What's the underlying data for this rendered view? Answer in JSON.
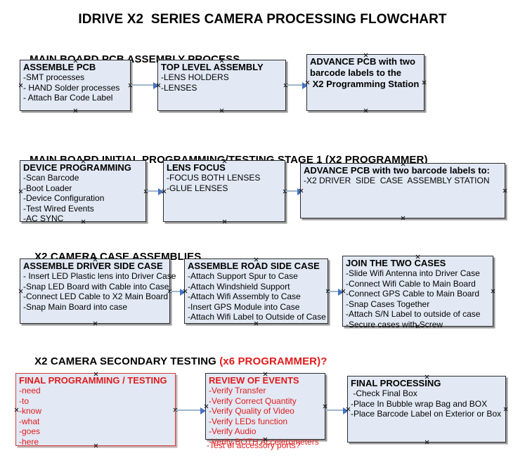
{
  "document": {
    "title": "IDRIVE X2  SERIES CAMERA PROCESSING FLOWCHART"
  },
  "colors": {
    "box_fill": "#e2e9f4",
    "box_border": "#2b2b2b",
    "red_accent": "#e01b1b",
    "connector": "#9fb6cd",
    "arrow": "#4472c4"
  },
  "sections": [
    {
      "id": "main-board-pcb-assembly",
      "heading": "MAIN BOARD PCB ASSEMBLY PROCESS",
      "heading_red": "",
      "boxes": [
        {
          "id": "assemble-pcb",
          "title": "ASSEMBLE PCB",
          "lines": [
            "-SMT processes",
            "- HAND Solder processes",
            "- Attach Bar Code Label"
          ]
        },
        {
          "id": "top-level-assembly",
          "title": "TOP LEVEL ASSEMBLY",
          "lines": [
            "-LENS HOLDERS",
            "-LENSES"
          ]
        },
        {
          "id": "advance-pcb-programming-station",
          "title": "ADVANCE PCB with two\nbarcode labels to the\n X2 Programming Station",
          "lines": []
        }
      ]
    },
    {
      "id": "main-board-initial-programming",
      "heading": "MAIN BOARD INITIAL PROGRAMMING/TESTING STAGE 1 (X2 PROGRAMMER)",
      "heading_red": "",
      "boxes": [
        {
          "id": "device-programming",
          "title": "DEVICE PROGRAMMING",
          "lines": [
            "-Scan Barcode",
            "-Boot Loader",
            "-Device Configuration",
            "-Test Wired Events",
            "-AC SYNC"
          ]
        },
        {
          "id": "lens-focus",
          "title": "LENS FOCUS",
          "lines": [
            "-FOCUS BOTH LENSES",
            "-GLUE LENSES"
          ]
        },
        {
          "id": "advance-pcb-driver-side-case",
          "title": "ADVANCE PCB with two barcode labels to:",
          "lines": [
            "-X2 DRIVER  SIDE  CASE  ASSEMBLY STATION"
          ]
        }
      ]
    },
    {
      "id": "x2-camera-case-assemblies",
      "heading": "X2 CAMERA CASE ASSEMBLIES",
      "heading_red": "",
      "boxes": [
        {
          "id": "assemble-driver-side-case",
          "title": "ASSEMBLE DRIVER SIDE CASE",
          "lines": [
            "- Insert LED Plastic lens into Driver Case",
            "-Snap LED Board with Cable into Case",
            "-Connect LED Cable to X2 Main Board",
            "-Snap Main Board into case"
          ]
        },
        {
          "id": "assemble-road-side-case",
          "title": "ASSEMBLE ROAD SIDE CASE",
          "lines": [
            "-Attach Support Spur to Case",
            "-Attach Windshield Support",
            "-Attach Wifi Assembly to Case",
            "-Insert GPS Module into Case",
            "-Attach Wifi Label to Outside of Case"
          ]
        },
        {
          "id": "join-the-two-cases",
          "title": "JOIN THE TWO CASES",
          "lines": [
            "-Slide Wifi Antenna into Driver Case",
            "-Connect Wifi Cable to Main Board",
            "-Connect GPS Cable to Main Board",
            "-Snap Cases Together",
            "-Attach S/N Label to outside of case",
            "-Secure cases with Screw"
          ]
        }
      ]
    },
    {
      "id": "x2-camera-secondary-testing",
      "heading": "X2 CAMERA SECONDARY TESTING ",
      "heading_red": "(x6 PROGRAMMER)?",
      "boxes": [
        {
          "id": "final-programming-testing",
          "title": "FINAL PROGRAMMING / TESTING",
          "lines": [
            "-need",
            "-to",
            "-know",
            "-what",
            "-goes",
            "-here"
          ]
        },
        {
          "id": "review-of-events",
          "title": "REVIEW OF EVENTS",
          "lines": [
            "-Verify Transfer",
            "-Verify Correct Quantity",
            "-Verify Quality of Video",
            "-Verify LEDs function",
            "-Verify Audio",
            "-Verify BOTH Accelerometers"
          ],
          "overflow_line": "-Test of accessory ports?"
        },
        {
          "id": "final-processing",
          "title": "FINAL PROCESSING",
          "lines": [
            " -Check Final Box",
            "-Place In Bubble wrap Bag and BOX",
            "-Place Barcode Label on Exterior or Box"
          ]
        }
      ]
    }
  ]
}
